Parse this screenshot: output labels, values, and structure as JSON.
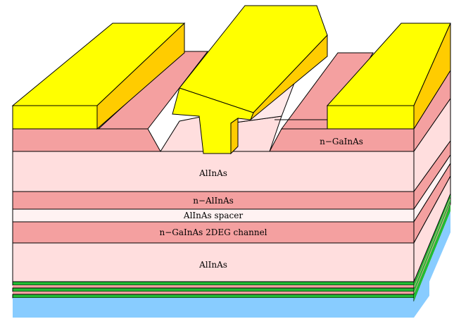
{
  "layers": {
    "top_cap": "n−GaInAs",
    "barrier": "AlInAs",
    "doping": "n−AlInAs",
    "spacer": "AlInAs spacer",
    "channel": "n−GaInAs 2DEG channel",
    "buffer": "AlInAs"
  },
  "colors": {
    "contact_top": "#ffff00",
    "contact_side": "#ffcc00",
    "ohmic_layer": "#f4a0a0",
    "barrier": "#ffdede",
    "spacer": "#fff2f2",
    "buffer_stack_green": "#22bb33",
    "substrate": "#88ccff",
    "outline": "#000000"
  }
}
